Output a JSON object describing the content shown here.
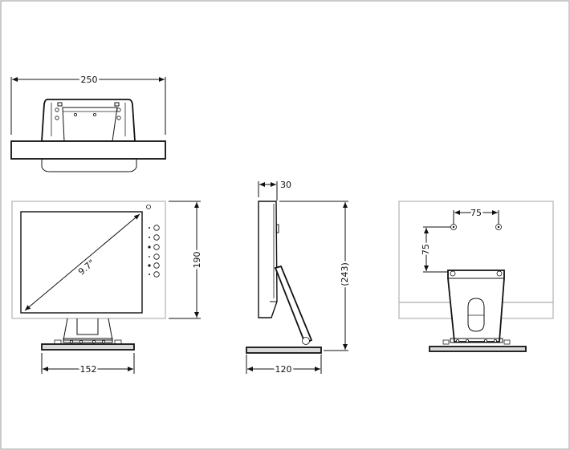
{
  "dimensions": {
    "top_width": "250",
    "front_height": "190",
    "screen_diagonal": "9.7\"",
    "front_base_width": "152",
    "side_depth": "30",
    "side_total_height": "(243)",
    "side_base_depth": "120",
    "vesa_horizontal": "75",
    "vesa_vertical": "75"
  }
}
